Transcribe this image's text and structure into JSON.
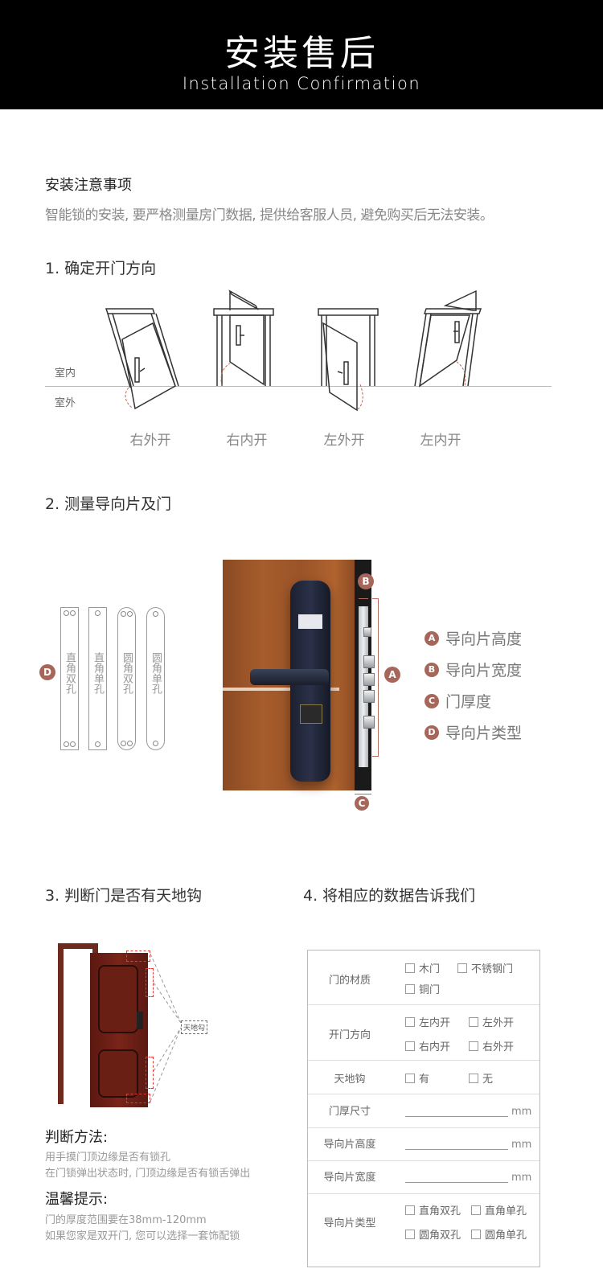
{
  "header": {
    "title": "安装售后",
    "subtitle": "Installation Confirmation",
    "background": "#000000"
  },
  "notice": {
    "title": "安装注意事项",
    "text": "智能锁的安装, 要严格测量房门数据, 提供给客服人员, 避免购买后无法安装。"
  },
  "section1": {
    "title": "1. 确定开门方向",
    "indoor_label": "室内",
    "outdoor_label": "室外",
    "doors": [
      {
        "caption": "右外开",
        "icon": "door-right-outward-icon"
      },
      {
        "caption": "右内开",
        "icon": "door-right-inward-icon"
      },
      {
        "caption": "左外开",
        "icon": "door-left-outward-icon"
      },
      {
        "caption": "左内开",
        "icon": "door-left-inward-icon"
      }
    ]
  },
  "section2": {
    "title": "2. 测量导向片及门",
    "plate_marker": "D",
    "plates": [
      {
        "label": "直角双孔",
        "shape": "square",
        "holes": 2
      },
      {
        "label": "直角单孔",
        "shape": "square",
        "holes": 1
      },
      {
        "label": "圆角双孔",
        "shape": "round",
        "holes": 2
      },
      {
        "label": "圆角单孔",
        "shape": "round",
        "holes": 1
      }
    ],
    "photo_markers": {
      "a": "A",
      "b": "B",
      "c": "C"
    },
    "legend": [
      {
        "badge": "A",
        "label": "导向片高度"
      },
      {
        "badge": "B",
        "label": "导向片宽度"
      },
      {
        "badge": "C",
        "label": "门厚度"
      },
      {
        "badge": "D",
        "label": "导向片类型"
      }
    ],
    "accent_color": "#a6675a"
  },
  "section3": {
    "title": "3. 判断门是否有天地钩",
    "hook_tag": "天地勾",
    "method_title": "判断方法:",
    "method_lines": [
      "用手摸门顶边缘是否有锁孔",
      "在门锁弹出状态时, 门顶边缘是否有锁舌弹出"
    ],
    "tip_title": "温馨提示:",
    "tip_lines": [
      "门的厚度范围要在38mm-120mm",
      "如果您家是双开门, 您可以选择一套饰配锁"
    ]
  },
  "section4": {
    "title": "4. 将相应的数据告诉我们",
    "form": {
      "material": {
        "label": "门的材质",
        "options": [
          "木门",
          "不锈钢门",
          "铜门"
        ]
      },
      "direction": {
        "label": "开门方向",
        "options": [
          "左内开",
          "左外开",
          "右内开",
          "右外开"
        ]
      },
      "hook": {
        "label": "天地钩",
        "options": [
          "有",
          "无"
        ]
      },
      "thickness": {
        "label": "门厚尺寸",
        "unit": "mm"
      },
      "plate_height": {
        "label": "导向片高度",
        "unit": "mm"
      },
      "plate_width": {
        "label": "导向片宽度",
        "unit": "mm"
      },
      "plate_type": {
        "label": "导向片类型",
        "options": [
          "直角双孔",
          "直角单孔",
          "圆角双孔",
          "圆角单孔"
        ]
      }
    }
  }
}
